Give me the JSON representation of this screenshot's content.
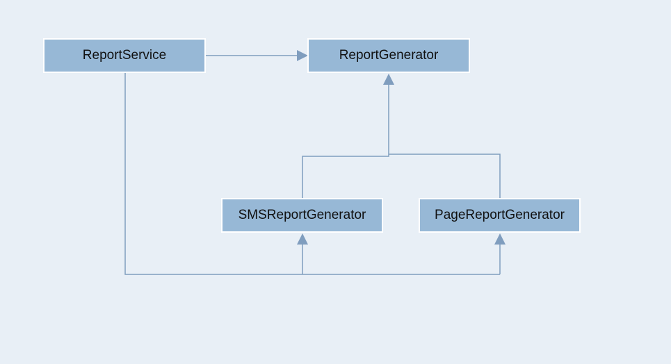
{
  "diagram": {
    "background_color": "#e8eff6",
    "node_fill_color": "#97b8d6",
    "connector_color": "#7f9dbe",
    "nodes": {
      "report_service": "ReportService",
      "report_generator": "ReportGenerator",
      "sms_report_generator": "SMSReportGenerator",
      "page_report_generator": "PageReportGenerator"
    },
    "edges": [
      {
        "from": "ReportService",
        "to": "ReportGenerator",
        "kind": "association"
      },
      {
        "from": "SMSReportGenerator",
        "to": "ReportGenerator",
        "kind": "inheritance"
      },
      {
        "from": "PageReportGenerator",
        "to": "ReportGenerator",
        "kind": "inheritance"
      },
      {
        "from": "ReportService",
        "to": "SMSReportGenerator",
        "kind": "association"
      },
      {
        "from": "ReportService",
        "to": "PageReportGenerator",
        "kind": "association"
      }
    ]
  }
}
